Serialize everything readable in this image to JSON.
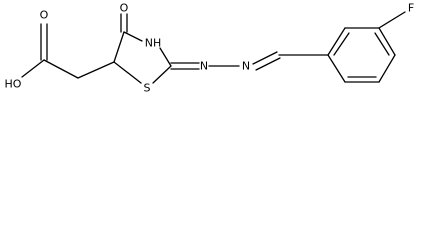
{
  "molecule": {
    "atoms": {
      "hydroxyl": "HO",
      "acid_carbonyl_oxygen": "O",
      "ring_carbonyl_oxygen": "O",
      "ring_nitrogen": "NH",
      "ring_sulfur": "S",
      "hydrazone_n1": "N",
      "hydrazone_n2": "N",
      "fluorine": "F"
    }
  },
  "colors": {
    "bond": "#000000",
    "label": "#000000",
    "background": "#ffffff"
  }
}
